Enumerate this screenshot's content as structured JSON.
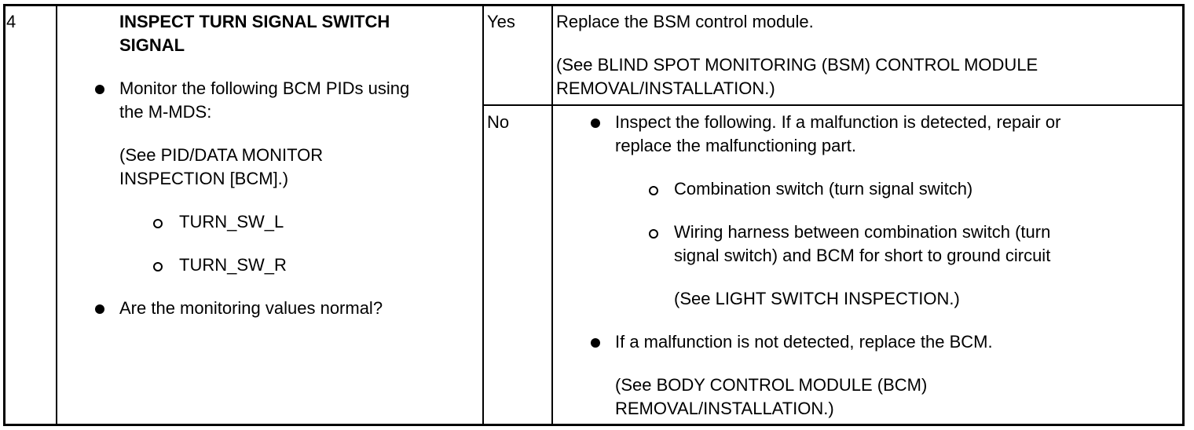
{
  "step": {
    "number": "4",
    "title_line1": "INSPECT TURN SIGNAL SWITCH",
    "title_line2": "SIGNAL",
    "bullet1_line1": "Monitor the following BCM PIDs using",
    "bullet1_line2": "the M-MDS:",
    "ref_line1": "(See PID/DATA MONITOR",
    "ref_line2": "INSPECTION [BCM].)",
    "pids": [
      "TURN_SW_L",
      "TURN_SW_R"
    ],
    "bullet2": "Are the monitoring values normal?"
  },
  "yes": {
    "label": "Yes",
    "action": "Replace the BSM control module.",
    "ref_line1": "(See BLIND SPOT MONITORING (BSM) CONTROL MODULE",
    "ref_line2": "REMOVAL/INSTALLATION.)"
  },
  "no": {
    "label": "No",
    "b1_line1": "Inspect the following. If a malfunction is detected, repair or",
    "b1_line2": "replace the malfunctioning part.",
    "sub1": "Combination switch (turn signal switch)",
    "sub2_line1": "Wiring harness between combination switch (turn",
    "sub2_line2": "signal switch) and BCM for short to ground circuit",
    "sub2_ref": "(See LIGHT SWITCH INSPECTION.)",
    "b2": "If a malfunction is not detected, replace the BCM.",
    "b2_ref_line1": "(See BODY CONTROL MODULE (BCM)",
    "b2_ref_line2": "REMOVAL/INSTALLATION.)"
  }
}
